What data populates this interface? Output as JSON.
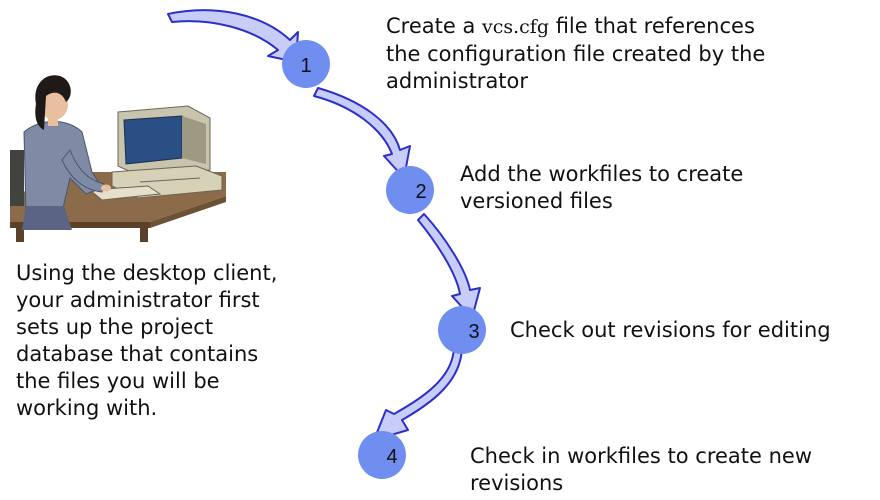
{
  "colors": {
    "step_circle": "#6f8ef0",
    "arrow_fill": "#c8cdf8",
    "arrow_stroke": "#2c2fc8"
  },
  "intro": {
    "text": "Using the desktop client,\nyour administrator first\nsets up the project\ndatabase that contains\nthe files you will be\nworking with."
  },
  "steps": [
    {
      "number": "1",
      "text_before": "Create a ",
      "code": "vcs.cfg",
      "text_after": " file that references\nthe configuration file created by the\nadministrator"
    },
    {
      "number": "2",
      "text": "Add the workfiles to create\nversioned files"
    },
    {
      "number": "3",
      "text": "Check out revisions for editing"
    },
    {
      "number": "4",
      "text": "Check in workfiles to create new\nrevisions"
    }
  ],
  "icons": {
    "illustration": "woman-at-computer-icon",
    "arrows": "curved-arrow-icon"
  }
}
